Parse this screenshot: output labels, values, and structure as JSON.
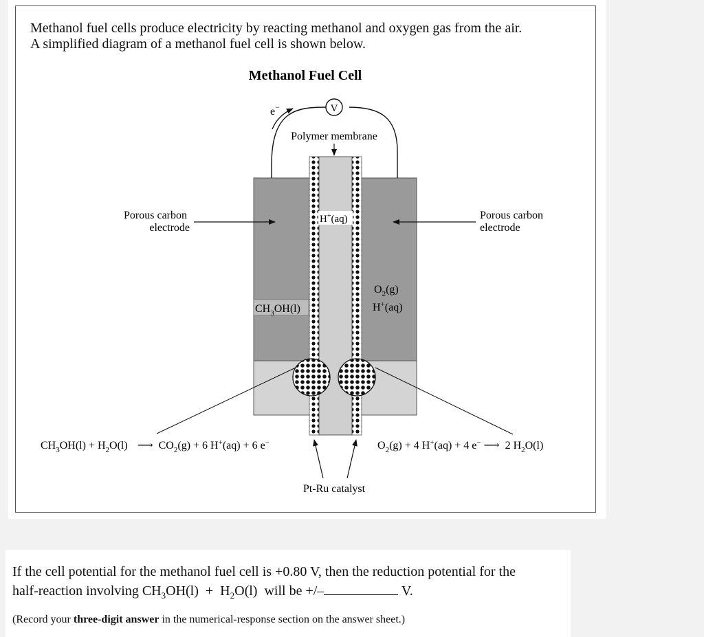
{
  "intro": {
    "line1": "Methanol fuel cells produce electricity by reacting methanol and oxygen gas from the air.",
    "line2": "A simplified diagram of a methanol fuel cell is shown below."
  },
  "diagram": {
    "title": "Methanol Fuel Cell",
    "voltmeter": "V",
    "electron": "e",
    "electron_sup": "−",
    "membrane_label": "Polymer membrane",
    "left_electrode_line1": "Porous carbon",
    "left_electrode_line2": "electrode",
    "right_electrode_line1": "Porous carbon",
    "right_electrode_line2": "electrode",
    "hplus_center": {
      "a": "H",
      "sup": "+",
      "b": "(aq)"
    },
    "methanol": {
      "a": "CH",
      "sub": "3",
      "b": "OH(l)"
    },
    "o2": {
      "a": "O",
      "sub": "2",
      "b": "(g)"
    },
    "hplus_right": {
      "a": "H",
      "sup": "+",
      "b": "(aq)"
    },
    "catalyst_label": "Pt-Ru catalyst",
    "left_reaction": {
      "p1": "CH",
      "s1": "3",
      "p2": "OH(l) + H",
      "s2": "2",
      "p3": "O(l)",
      "arrow": "⟶",
      "p4": "CO",
      "s3": "2",
      "p5": "(g) + 6 H",
      "sup1": "+",
      "p6": "(aq) + 6 e",
      "sup2": "−"
    },
    "right_reaction": {
      "p1": "O",
      "s1": "2",
      "p2": "(g) + 4 H",
      "sup1": "+",
      "p3": "(aq) + 4 e",
      "sup2": "−",
      "arrow": "⟶",
      "p4": "2 H",
      "s2": "2",
      "p5": "O(l)"
    }
  },
  "question": {
    "t1": "If the cell potential for the methanol fuel cell is +0.80 V, then the reduction potential for the",
    "t2": "half-reaction involving ",
    "f1": "CH",
    "f1sub": "3",
    "f2": "OH(l)  +  H",
    "f2sub": "2",
    "f3": "O(l)",
    "t3": "  will be +/–",
    "t4": " V.",
    "note_a": "(Record your ",
    "note_b": "three-digit answer",
    "note_c": " in the numerical-response section on the answer sheet.)"
  }
}
